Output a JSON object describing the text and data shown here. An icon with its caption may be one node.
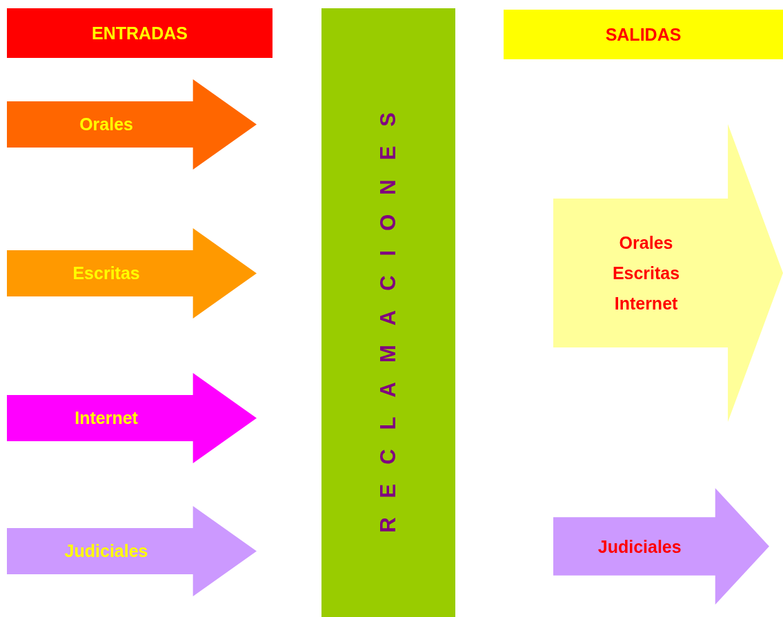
{
  "diagram": {
    "nodes": [
      {
        "text": [
          "ENTRADAS"
        ]
      },
      {
        "text": [
          "Orales"
        ]
      },
      {
        "text": [
          "Escritas"
        ]
      },
      {
        "text": [
          "Internet"
        ]
      },
      {
        "text": [
          "Judiciales"
        ]
      },
      {
        "text": [
          "RECLAMACIONES"
        ]
      },
      {
        "text": [
          "SALIDAS"
        ]
      },
      {
        "text": [
          "Orales",
          "Escritas",
          "Internet"
        ]
      },
      {
        "text": [
          "Judiciales"
        ]
      }
    ]
  }
}
